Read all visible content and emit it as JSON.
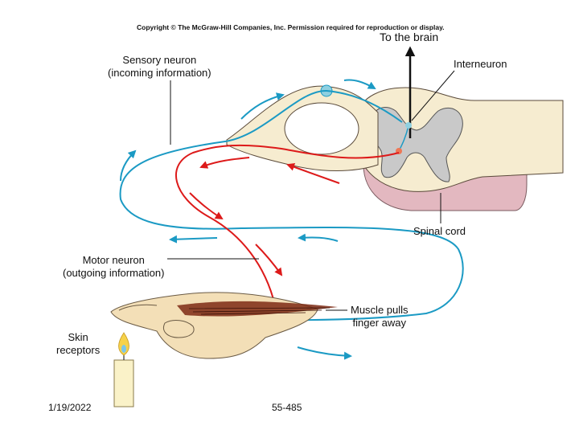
{
  "copyright": "Copyright © The McGraw-Hill Companies, Inc. Permission required for reproduction or display.",
  "labels": {
    "to_the_brain": "To the brain",
    "sensory_neuron_line1": "Sensory neuron",
    "sensory_neuron_line2": "(incoming information)",
    "interneuron": "Interneuron",
    "spinal_cord": "Spinal cord",
    "motor_neuron_line1": "Motor neuron",
    "motor_neuron_line2": "(outgoing information)",
    "muscle_line1": "Muscle pulls",
    "muscle_line2": "finger away",
    "skin_line1": "Skin",
    "skin_line2": "receptors"
  },
  "footer": {
    "date": "1/19/2022",
    "slide_number": "55-485"
  },
  "colors": {
    "sensory_pathway": "#1b9ac4",
    "motor_pathway": "#dd1a1a",
    "arrow_to_brain": "#111111",
    "gray_matter": "#c9c9c9",
    "white_matter": "#f6ecd0",
    "meninges": "#e3b8c0",
    "skin": "#f3dfb7",
    "muscle": "#7d2a14"
  }
}
